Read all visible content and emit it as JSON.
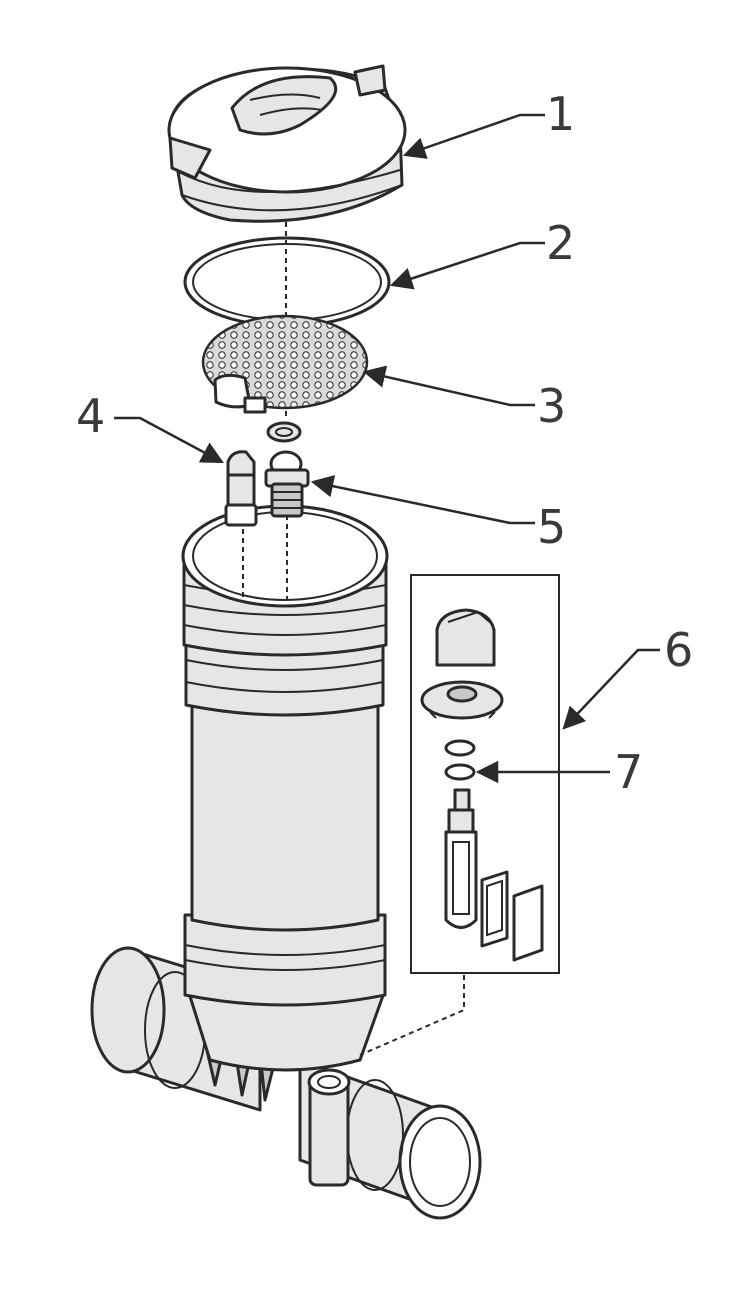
{
  "callouts": [
    {
      "id": "1",
      "label": "1"
    },
    {
      "id": "2",
      "label": "2"
    },
    {
      "id": "3",
      "label": "3"
    },
    {
      "id": "4",
      "label": "4"
    },
    {
      "id": "5",
      "label": "5"
    },
    {
      "id": "6",
      "label": "6"
    },
    {
      "id": "7",
      "label": "7"
    }
  ],
  "colors": {
    "line": "#2a2a2a",
    "body_fill": "#e6e6e6",
    "background": "#ffffff"
  }
}
